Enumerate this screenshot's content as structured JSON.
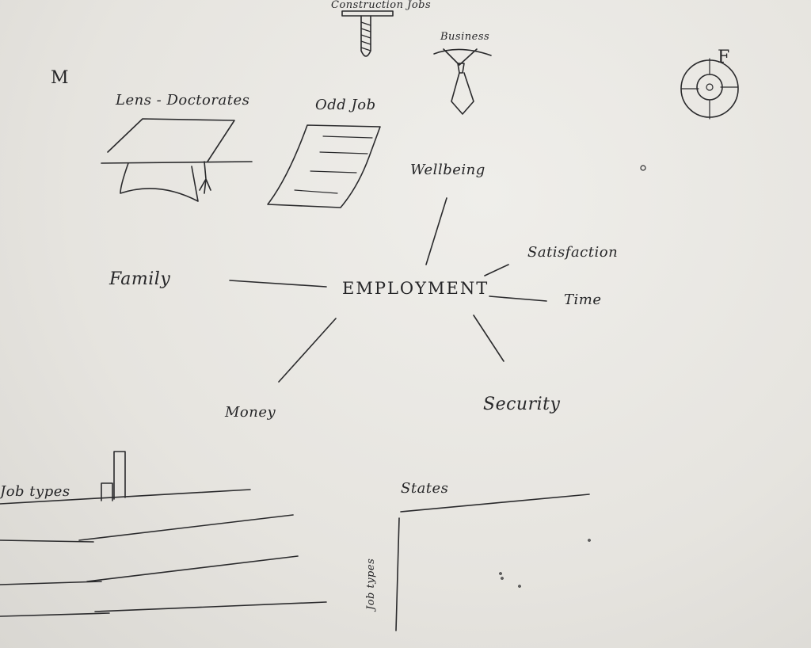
{
  "corner": {
    "left_letter": "M",
    "right_letter": "F"
  },
  "icons": {
    "construction_label": "Construction Jobs",
    "business_label": "Business",
    "graduation_label": "Lens - Doctorates",
    "paper_label": "Odd Job"
  },
  "mindmap": {
    "center": "EMPLOYMENT",
    "branches": {
      "wellbeing": "Wellbeing",
      "satisfaction": "Satisfaction",
      "time": "Time",
      "security": "Security",
      "money": "Money",
      "family": "Family"
    }
  },
  "bottom_left_chart": {
    "label": "Job types"
  },
  "bottom_right_chart": {
    "x_label": "States",
    "y_label": "Job types"
  }
}
